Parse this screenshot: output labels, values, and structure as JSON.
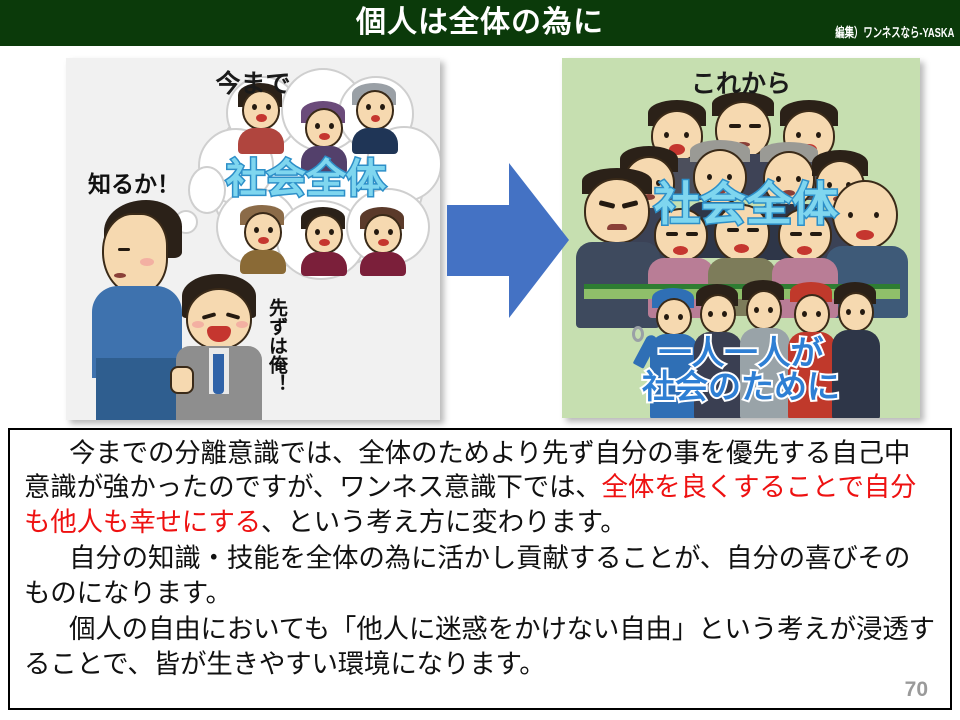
{
  "header": {
    "title": "個人は全体の為に",
    "credit": "編集）ワンネスなら-YASKA",
    "bar_color": "#0B3A0A"
  },
  "panels": {
    "left": {
      "caption": "今まで",
      "background": "#F1F1F1",
      "thought_label": "社会全体",
      "speech": "知るか！",
      "vertical_label": "先ずは俺！"
    },
    "right": {
      "caption": "これから",
      "background": "#C6DFB0",
      "group_label": "社会全体",
      "bottom_label_line1": "一人一人が",
      "bottom_label_line2": "社会のために"
    },
    "arrow": {
      "name": "right-arrow",
      "color": "#4472C4"
    }
  },
  "body": {
    "paragraphs": [
      {
        "segments": [
          {
            "text": "今までの分離意識では、全体のためより先ず自分の事を優先する自己中意識が強かったのですが、ワンネス意識下では、",
            "color": "#111111"
          },
          {
            "text": "全体を良くすることで自分も他人も幸せにする",
            "color": "#EE1111"
          },
          {
            "text": "、という考え方に変わります。",
            "color": "#111111"
          }
        ]
      },
      {
        "segments": [
          {
            "text": "自分の知識・技能を全体の為に活かし貢献することが、自分の喜びそのものになります。",
            "color": "#111111"
          }
        ]
      },
      {
        "segments": [
          {
            "text": "個人の自由においても「他人に迷惑をかけない自由」という考えが浸透することで、皆が生きやすい環境になります。",
            "color": "#111111"
          }
        ]
      }
    ]
  },
  "footer": {
    "page_number": "70"
  }
}
